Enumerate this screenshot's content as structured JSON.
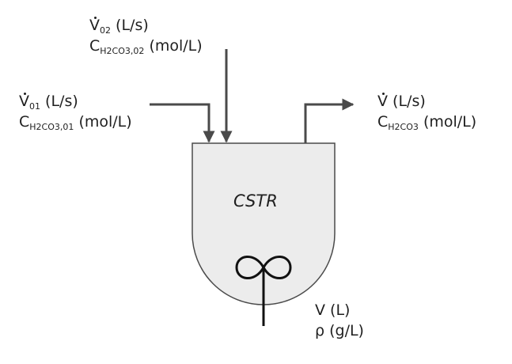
{
  "inlet_02": {
    "flow_symbol": "V",
    "flow_subscript": "02",
    "flow_unit": "(L/s)",
    "conc_symbol": "C",
    "conc_subscript": "H2CO3,02",
    "conc_unit": "(mol/L)"
  },
  "inlet_01": {
    "flow_symbol": "V",
    "flow_subscript": "01",
    "flow_unit": "(L/s)",
    "conc_symbol": "C",
    "conc_subscript": "H2CO3,01",
    "conc_unit": "(mol/L)"
  },
  "outlet": {
    "flow_symbol": "V",
    "flow_unit": "(L/s)",
    "conc_symbol": "C",
    "conc_subscript": "H2CO3",
    "conc_unit": "(mol/L)"
  },
  "reactor": {
    "name": "CSTR",
    "volume_label": "V (L)",
    "density_label": "ρ (g/L)"
  },
  "colors": {
    "tank_fill": "#ececec",
    "outline": "#4a4a4a",
    "text": "#1f1f1f",
    "stirrer": "#111111"
  }
}
